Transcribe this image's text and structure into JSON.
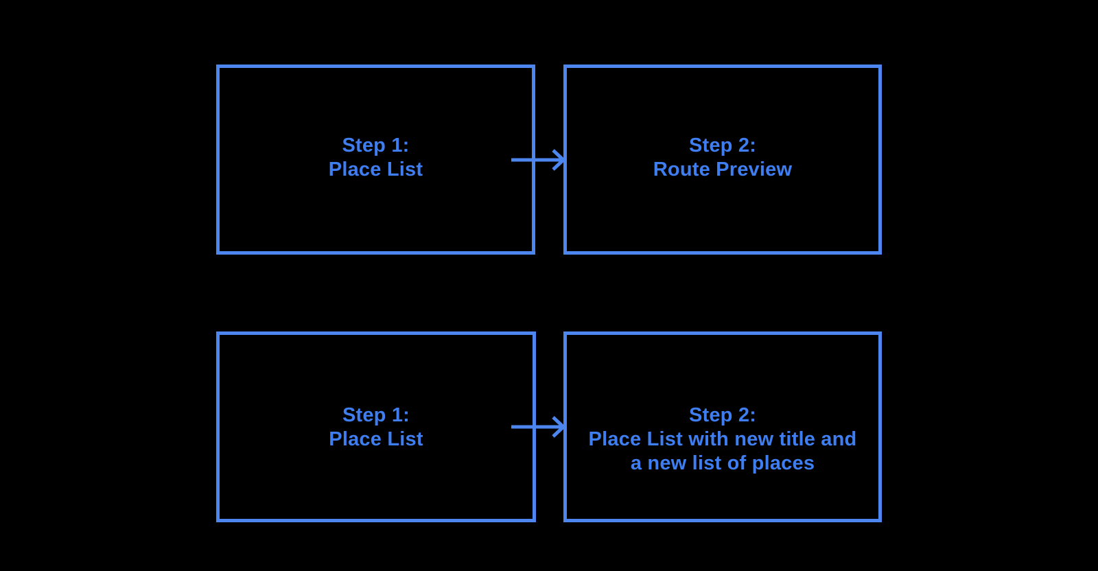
{
  "colors": {
    "background": "#000000",
    "stroke": "#4C86EE",
    "text": "#3F7EF0"
  },
  "diagram": {
    "boxes": [
      {
        "id": "top-left",
        "lines": [
          "Step 1:",
          "Place List"
        ]
      },
      {
        "id": "top-right",
        "lines": [
          "Step 2:",
          "Route Preview"
        ]
      },
      {
        "id": "bottom-left",
        "lines": [
          "Step 1:",
          "Place List"
        ]
      },
      {
        "id": "bottom-right",
        "lines": [
          "Step 2:",
          "Place List with new title and",
          "a new list of places"
        ]
      }
    ],
    "connectors": [
      {
        "from": "top-left",
        "to": "top-right",
        "type": "arrow-right"
      },
      {
        "from": "bottom-left",
        "to": "bottom-right",
        "type": "arrow-right"
      }
    ]
  }
}
